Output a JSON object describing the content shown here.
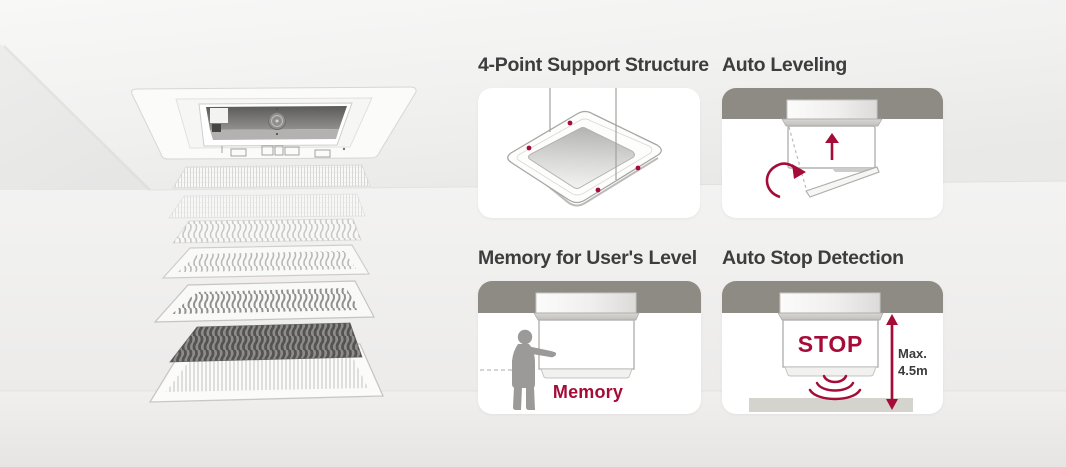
{
  "colors": {
    "accent_red": "#a50c38",
    "ceiling_band": "#8e8a84",
    "floor_bar": "#d5d3ce",
    "title_text": "#3d3d3d",
    "silhouette_gray": "#9b9a98",
    "card_bg": "#ffffff"
  },
  "hero_illustration": {
    "icon": "exploded-ceiling-cassette-with-filter-layers"
  },
  "panels": {
    "support": {
      "title": "4-Point Support Structure",
      "icon": "suspended-panel-with-four-anchor-dots"
    },
    "leveling": {
      "title": "Auto Leveling",
      "icon_up": "up-arrow-icon",
      "icon_rotate": "rotate-ccw-arrow-icon"
    },
    "memory": {
      "title": "Memory for User's Level",
      "memory_label": "Memory",
      "icon": "person-silhouette"
    },
    "autostop": {
      "title": "Auto Stop Detection",
      "stop_label": "STOP",
      "max_line1": "Max.",
      "max_line2": "4.5m",
      "icon_waves": "signal-waves-icon",
      "icon_measure": "measure-arrow-icon"
    }
  }
}
